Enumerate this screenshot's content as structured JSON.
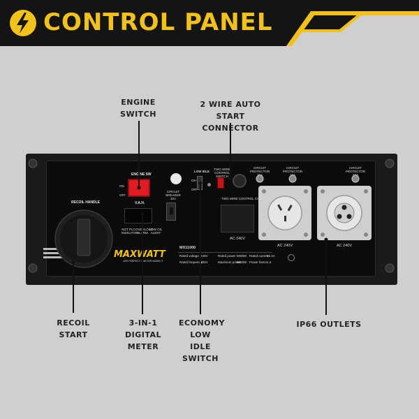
{
  "header": {
    "title": "CONTROL PANEL",
    "accent_color": "#f2c21b",
    "bar_color": "#141414",
    "logo_icon": "lightning-bolt-circle-icon"
  },
  "callouts": {
    "engine_switch": "ENGINE\nSWITCH",
    "auto_start": "2 WIRE AUTO\nSTART CONNECTOR",
    "recoil_start": "RECOIL\nSTART",
    "digital_meter": "3-IN-1\nDIGITAL METER",
    "economy_switch": "ECONOMY\nLOW IDLE\nSWITCH",
    "ip66_outlets": "IP66 OUTLETS"
  },
  "panel": {
    "recoil_handle": "RECOIL HANDLE",
    "engine_sw": "ENGINE SW",
    "on": "ON",
    "off": "OFF",
    "circuit_breaker": "CIRCUIT BREAKER\n10A",
    "low_idle": "LOW IDLE",
    "two_wire": "TWO WIRE\nCONTROL SWITCH",
    "two_wire_connector": "TWO WIRE CONTROL CONNECTOR",
    "vah": "V.A.H.",
    "warn1": "NOT PLC\nINDICATOR",
    "warn2": "OVERLOAD\nALARM",
    "warn3": "LOW OIL\nALERT",
    "cp1": "CIRCUIT PROTECTOR\n15A",
    "cp2": "CIRCUIT PROTECTOR\n15A",
    "cp3": "CIRCUIT PROTECTOR\n32A",
    "ac1": "AC 240V",
    "ac2": "AC 240V",
    "ac3": "AC 240V",
    "brand_max": "MAX",
    "brand_watt": "WATT",
    "tagline": "LIFE PERFECT ONE FOR WORK IT",
    "model": "MX11000",
    "spec_voltage": "Rated voltage",
    "spec_voltage_val": "240V",
    "spec_power": "Rated power",
    "spec_power_val": "8000W",
    "spec_current": "Rated current",
    "spec_current_val": "35.4A",
    "spec_freq": "Rated frequency",
    "spec_freq_val": "50Hz",
    "spec_max": "Maximum power",
    "spec_max_val": "8600W",
    "spec_pf": "Power factor",
    "spec_pf_val": "1.0"
  }
}
